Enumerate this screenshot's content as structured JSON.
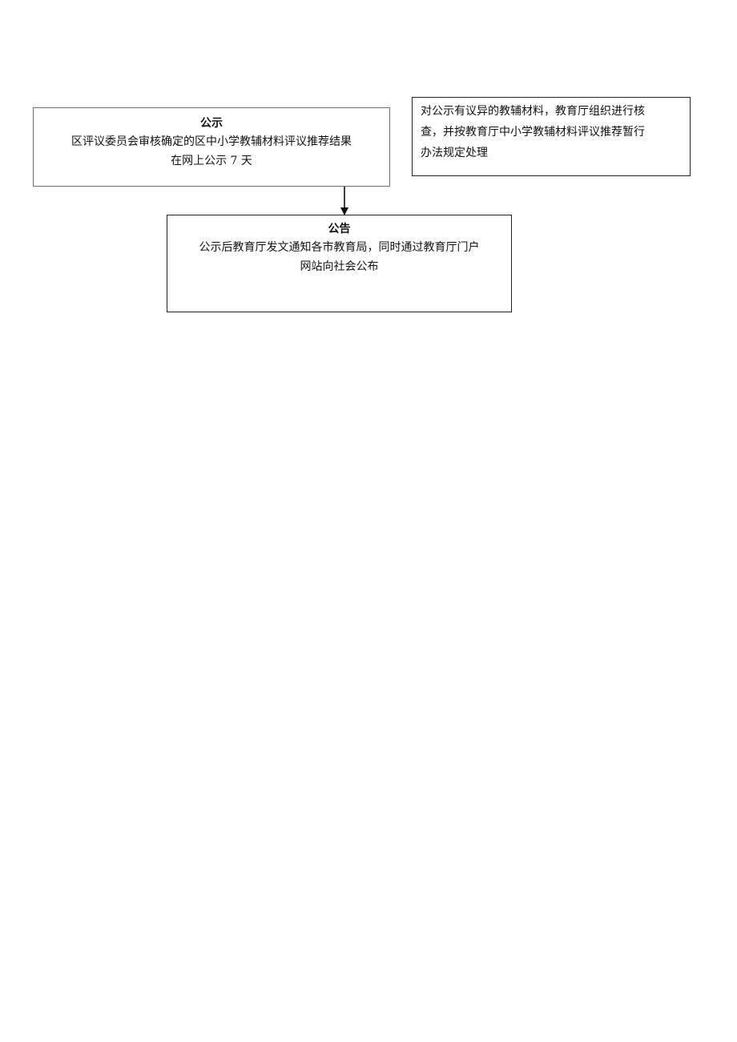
{
  "flowchart": {
    "notice_box": {
      "title": "公示",
      "lines": [
        "区评议委员会审核确定的区中小学教辅材料评议推荐结果",
        "在网上公示 7 天"
      ]
    },
    "announcement_box": {
      "title": "公告",
      "lines": [
        "公示后教育厅发文通知各市教育局，同时通过教育厅门户",
        "网站向社会公布"
      ]
    },
    "objection_box": {
      "lines": [
        "对公示有议异的教辅材料，教育厅组织进行核",
        "查，并按教育厅中小学教辅材料评议推荐暂行",
        "办法规定处理"
      ]
    }
  }
}
